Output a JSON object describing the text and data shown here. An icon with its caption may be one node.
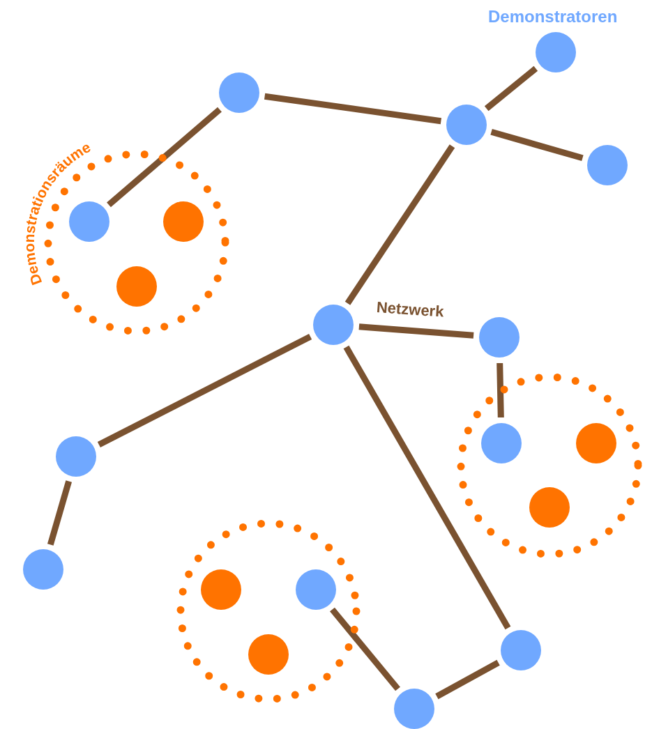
{
  "diagram": {
    "nodes": [
      {
        "text": [],
        "shape": "circle"
      },
      {
        "text": [],
        "shape": "circle"
      },
      {
        "text": [],
        "shape": "circle"
      },
      {
        "text": [],
        "shape": "circle"
      },
      {
        "text": [],
        "shape": "circle"
      },
      {
        "text": [],
        "shape": "circle",
        "in": 4
      },
      {
        "text": [],
        "shape": "circle",
        "in": 4
      },
      {
        "text": [],
        "shape": "circle",
        "in": 4
      },
      {
        "text": [],
        "shape": "circle"
      },
      {
        "text": [],
        "shape": "circle"
      },
      {
        "text": [],
        "shape": "circle"
      },
      {
        "text": [],
        "shape": "circle",
        "in": 10
      },
      {
        "text": [],
        "shape": "circle",
        "in": 10
      },
      {
        "text": [],
        "shape": "circle",
        "in": 10
      },
      {
        "text": [],
        "shape": "circle"
      },
      {
        "text": [],
        "shape": "circle"
      },
      {
        "text": [],
        "shape": "circle"
      },
      {
        "text": [],
        "shape": "circle",
        "in": 16
      },
      {
        "text": [],
        "shape": "circle",
        "in": 16
      },
      {
        "text": [],
        "shape": "circle",
        "in": 16
      },
      {
        "text": [],
        "shape": "circle"
      },
      {
        "text": [],
        "shape": "circle"
      }
    ],
    "edges": [
      {
        "from": 1,
        "to": 2,
        "arrow": "none"
      },
      {
        "from": 0,
        "to": 2,
        "arrow": "none"
      },
      {
        "from": 2,
        "to": 3,
        "arrow": "none"
      },
      {
        "from": 1,
        "to": 5,
        "arrow": "none"
      },
      {
        "from": 2,
        "to": 8,
        "arrow": "none"
      },
      {
        "from": 8,
        "to": 9,
        "arrow": "none"
      },
      {
        "from": 9,
        "to": 11,
        "arrow": "none"
      },
      {
        "from": 8,
        "to": 14,
        "arrow": "none"
      },
      {
        "from": 14,
        "to": 15,
        "arrow": "none"
      },
      {
        "from": 8,
        "to": 20,
        "arrow": "none"
      },
      {
        "from": 20,
        "to": 21,
        "arrow": "none"
      },
      {
        "from": 21,
        "to": 18,
        "arrow": "none"
      }
    ],
    "labels": [
      "Demonstratoren",
      "Demonstrationsräume",
      "Netzwerk"
    ]
  }
}
